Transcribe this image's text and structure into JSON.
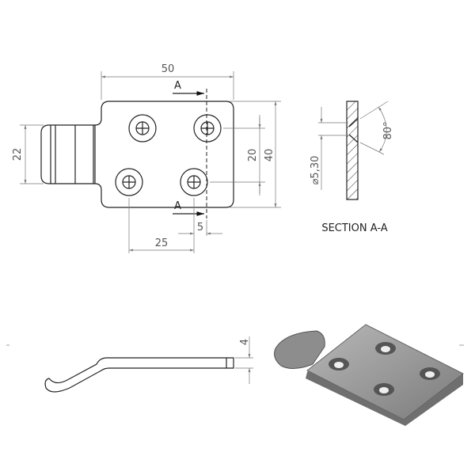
{
  "top_view": {
    "dim_width": "50",
    "dim_tab_height": "22",
    "dim_hole_spacing_vertical": "20",
    "dim_height": "40",
    "dim_offset": "5",
    "dim_hole_spacing_horizontal": "25",
    "section_marker_top": "A",
    "section_marker_bottom": "A"
  },
  "section_view": {
    "dim_diameter": "⌀5,30",
    "dim_angle": "80°",
    "title": "SECTION A-A"
  },
  "side_view": {
    "dim_thickness": "4"
  }
}
